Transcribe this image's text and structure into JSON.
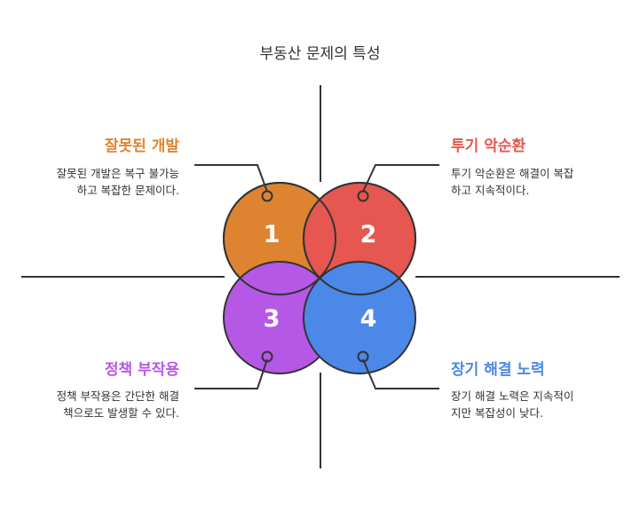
{
  "title": "부동산 문제의 특성",
  "colors": {
    "q1": "#DE8431",
    "q2": "#E55750",
    "q3": "#B658E6",
    "q4": "#4B88E7",
    "line": "#333333"
  },
  "quadrants": [
    {
      "number": "1",
      "heading": "잘못된 개발",
      "description": "잘못된 개발은 복구 불가능\n하고 복잡한 문제이다."
    },
    {
      "number": "2",
      "heading": "투기 악순환",
      "description": "투기 악순환은 해결이 복잡\n하고 지속적이다."
    },
    {
      "number": "3",
      "heading": "정책 부작용",
      "description": "정책 부작용은 간단한 해결\n책으로도 발생할 수 있다."
    },
    {
      "number": "4",
      "heading": "장기 해결 노력",
      "description": "장기 해결 노력은 지속적이\n지만 복잡성이 낮다."
    }
  ]
}
